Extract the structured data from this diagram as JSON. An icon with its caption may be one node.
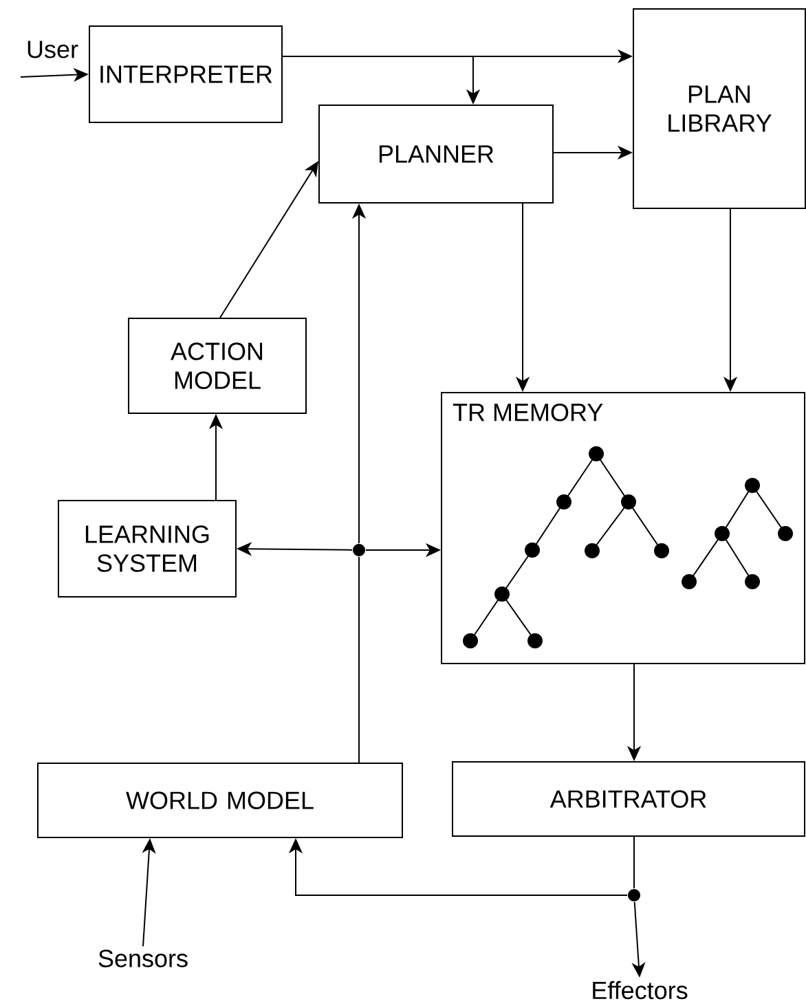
{
  "diagram": {
    "nodes": [
      {
        "text": [
          "INTERPRETER"
        ]
      },
      {
        "text": [
          "PLANNER"
        ]
      },
      {
        "text": [
          "PLAN LIBRARY"
        ]
      },
      {
        "text": [
          "ACTION MODEL"
        ]
      },
      {
        "text": [
          "LEARNING SYSTEM"
        ]
      },
      {
        "text": [
          "TR MEMORY"
        ]
      },
      {
        "text": [
          "WORLD MODEL"
        ]
      },
      {
        "text": [
          "ARBITRATOR"
        ]
      },
      {
        "text": [
          "Sensors"
        ]
      },
      {
        "text": [
          "Effectors"
        ]
      },
      {
        "text": [],
        "shape": "circle"
      },
      {
        "text": [],
        "shape": "circle"
      }
    ],
    "edges": [
      {
        "from": null,
        "to": 0,
        "arrow": "to"
      },
      {
        "from": 0,
        "to": 2,
        "arrow": "to"
      },
      {
        "from": 0,
        "to": 1,
        "arrow": "to"
      },
      {
        "from": 1,
        "to": 2,
        "arrow": "to"
      },
      {
        "from": 3,
        "to": 1,
        "arrow": "to"
      },
      {
        "from": 1,
        "to": 5,
        "arrow": "to"
      },
      {
        "from": 2,
        "to": 5,
        "arrow": "to"
      },
      {
        "from": 4,
        "to": 3,
        "arrow": "to"
      },
      {
        "from": 6,
        "to": 10,
        "arrow": "none"
      },
      {
        "from": 10,
        "to": 1,
        "arrow": "to"
      },
      {
        "from": 10,
        "to": 4,
        "arrow": "to"
      },
      {
        "from": 10,
        "to": 5,
        "arrow": "to"
      },
      {
        "from": 5,
        "to": 7,
        "arrow": "to"
      },
      {
        "from": 7,
        "to": 11,
        "arrow": "none"
      },
      {
        "from": 11,
        "to": 9,
        "arrow": "to"
      },
      {
        "from": 11,
        "to": 6,
        "arrow": "to"
      },
      {
        "from": 8,
        "to": 6,
        "arrow": "to"
      }
    ],
    "labels": [
      "User"
    ]
  }
}
